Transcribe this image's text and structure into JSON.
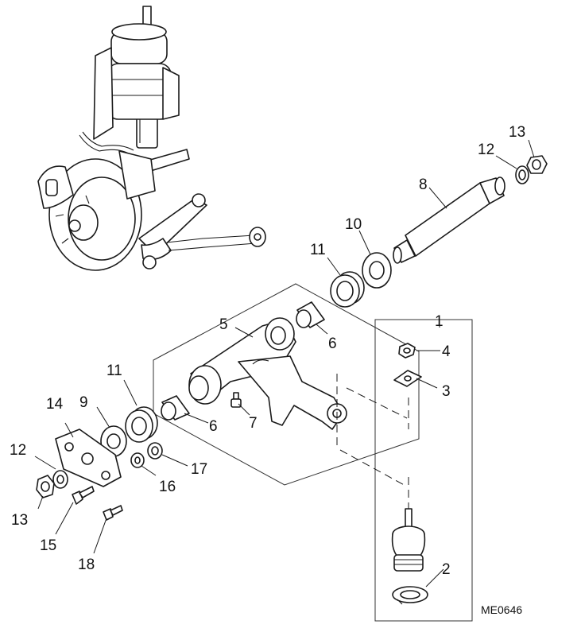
{
  "callouts": [
    {
      "id": "1",
      "label": "1"
    },
    {
      "id": "2",
      "label": "2"
    },
    {
      "id": "3",
      "label": "3"
    },
    {
      "id": "4",
      "label": "4"
    },
    {
      "id": "5",
      "label": "5"
    },
    {
      "id": "6a",
      "label": "6"
    },
    {
      "id": "6b",
      "label": "6"
    },
    {
      "id": "7",
      "label": "7"
    },
    {
      "id": "8",
      "label": "8"
    },
    {
      "id": "9",
      "label": "9"
    },
    {
      "id": "10",
      "label": "10"
    },
    {
      "id": "11a",
      "label": "11"
    },
    {
      "id": "11b",
      "label": "11"
    },
    {
      "id": "12a",
      "label": "12"
    },
    {
      "id": "12b",
      "label": "12"
    },
    {
      "id": "13a",
      "label": "13"
    },
    {
      "id": "13b",
      "label": "13"
    },
    {
      "id": "14",
      "label": "14"
    },
    {
      "id": "15",
      "label": "15"
    },
    {
      "id": "16",
      "label": "16"
    },
    {
      "id": "17",
      "label": "17"
    },
    {
      "id": "18",
      "label": "18"
    }
  ],
  "reference_code": "ME0646"
}
